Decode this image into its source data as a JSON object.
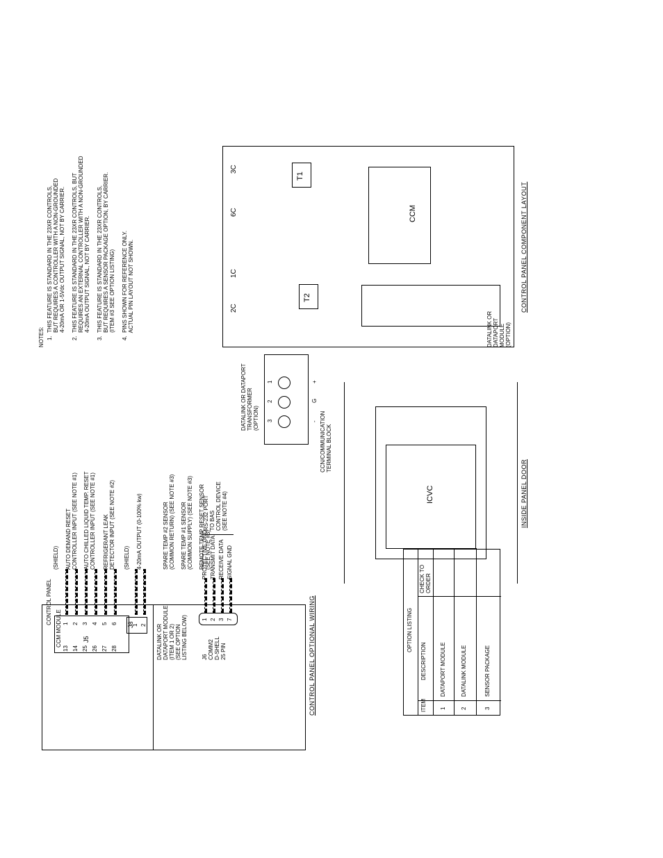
{
  "notes": {
    "heading": "NOTES:",
    "items": [
      "1.  THIS FEATURE IS STANDARD IN THE 23XR CONTROLS,\n     BUT REQUIRES A CONTROLLER WITH A NON-GROUNDED\n     4-20mA OR 1-5Vdc OUTPUT SIGNAL, NOT BY CARRIER.",
      "2.  THIS FEATURE IS STANDARD IN THE 23XR CONTROLS, BUT\n     REQUIRES AN EXTERNAL CONTROLLER WITH A NON-GROUNDED\n     4-20mA OUTPUT SIGNAL, NOT BY CARRIER.",
      "3.  THIS FEATURE IS STANDARD IN THE 23XR CONTROLS,\n     BUT REQUIRES A SENSOR PACKAGE OPTION, BY CARRIER.\n     (ITEM #3 SEE OPTION LISTING)",
      "4.  PINS SHOWN FOR REFERENCE ONLY.\n     ACTUAL PIN LAYOUT NOT SHOWN."
    ]
  },
  "wiring": {
    "title": "CONTROL PANEL OPTIONAL WIRING",
    "panel_label": "CONTROL PANEL",
    "ccm_label": "CCM MODULE",
    "j5": "J5",
    "j8": "J8",
    "left_pins": [
      "13",
      "14",
      "25",
      "26",
      "27",
      "28"
    ],
    "right_pins": [
      "1",
      "2",
      "3",
      "4",
      "5",
      "6"
    ],
    "out_pins": [
      "1",
      "2"
    ],
    "plus": "+",
    "minus": "-",
    "shield": "(SHIELD)",
    "inputs": [
      "AUTO DEMAND RESET\nCONTROLLER INPUT (SEE NOTE #1)",
      "AUTO CHILLED LIQUID TEMP. RESET\nCONTROLLER INPUT (SEE NOTE #1)",
      "REFRIGERANT LEAK\nDETECTOR INPUT (SEE NOTE #2)",
      "4-20mA OUTPUT (0-100% kw)"
    ],
    "sensors": [
      "SPARE TEMP #2 SENSOR\n(COMMON RETURN) (SEE NOTE #3)",
      "SPARE TEMP #1 SENSOR\n(COMMON SUPPLY) (SEE NOTE #3)",
      "REMOTE TEMP RESET SENSOR\n(SEE NOTE #3)"
    ],
    "datalink_box": "DATALINK OR\nDATAPORT MODULE\n(ITEM 1 OR 2)\n(SEE OPTION\nLISTING BELOW)",
    "comm_label": "J6\nCOMM2\nD-SHELL\n25 PIN",
    "comm_pins": [
      "1",
      "2",
      "3",
      "7"
    ],
    "signals": [
      "PROTECTIVE GND",
      "TRANSMIT DATA",
      "RECEIVE DATA",
      "SIGNAL GND"
    ],
    "rs232": "RS-232 PORT\nTO BAS\nCONTROL DEVICE\n(SEE NOTE #4)"
  },
  "option_listing": {
    "title": "OPTION LISTING",
    "headers": [
      "ITEM",
      "DESCRIPTION",
      "CHECK TO\nORDER"
    ],
    "rows": [
      [
        "1",
        "DATAPORT MODULE",
        ""
      ],
      [
        "2",
        "DATALINK MODULE",
        ""
      ],
      [
        "3",
        "SENSOR PACKAGE",
        ""
      ]
    ]
  },
  "terminal": {
    "labels": [
      "1",
      "2",
      "3"
    ],
    "signs": [
      "+",
      "G",
      "-"
    ],
    "transformer_label": "DATALINK OR DATAPORT\nTRANSFORMER\n(OPTION)",
    "block_label": "CCN/COMMUNICATION\nTERMINAL BLOCK"
  },
  "door": {
    "title": "INSIDE PANEL DOOR",
    "icvc": "ICVC"
  },
  "layout": {
    "title": "CONTROL PANEL COMPONENT LAYOUT",
    "components": [
      "2C",
      "1C",
      "6C",
      "3C",
      "T2",
      "T1",
      "CCM"
    ],
    "module_label": "DATALINK OR\nDATAPORT\nMODULE\n(OPTION)"
  }
}
